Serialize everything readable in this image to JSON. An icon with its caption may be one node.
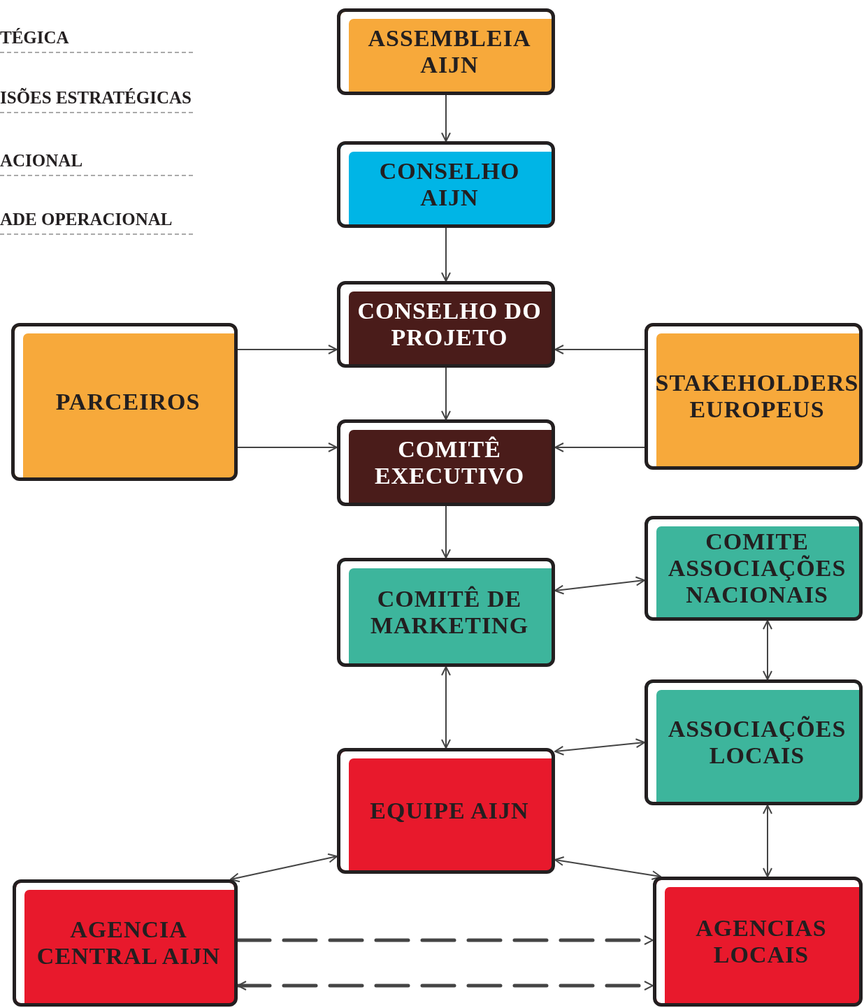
{
  "diagram": {
    "nodes": [
      {
        "text": [
          "ASSEMBLEIA AIJN"
        ]
      },
      {
        "text": [
          "CONSELHO AIJN"
        ]
      },
      {
        "text": [
          "CONSELHO DO PROJETO"
        ]
      },
      {
        "text": [
          "PARCEIROS"
        ]
      },
      {
        "text": [
          "STAKEHOLDERS EUROPEUS"
        ]
      },
      {
        "text": [
          "COMITÊ EXECUTIVO"
        ]
      },
      {
        "text": [
          "COMITÊ DE MARKETING"
        ]
      },
      {
        "text": [
          "COMITE ASSOCIAÇÕES NACIONAIS"
        ]
      },
      {
        "text": [
          "ASSOCIAÇÕES LOCAIS"
        ]
      },
      {
        "text": [
          "EQUIPE AIJN"
        ]
      },
      {
        "text": [
          "AGENCIA CENTRAL AIJN"
        ]
      },
      {
        "text": [
          "AGENCIAS LOCAIS"
        ]
      }
    ],
    "edges": [
      {
        "from": 0,
        "to": 1,
        "arrow": "to"
      },
      {
        "from": 1,
        "to": 2,
        "arrow": "to"
      },
      {
        "from": 3,
        "to": 2,
        "arrow": "to"
      },
      {
        "from": 4,
        "to": 2,
        "arrow": "to"
      },
      {
        "from": 2,
        "to": 5,
        "arrow": "to"
      },
      {
        "from": 3,
        "to": 5,
        "arrow": "to"
      },
      {
        "from": 4,
        "to": 5,
        "arrow": "to"
      },
      {
        "from": 5,
        "to": 6,
        "arrow": "to"
      },
      {
        "from": 6,
        "to": 7,
        "arrow": "both"
      },
      {
        "from": 7,
        "to": 8,
        "arrow": "both"
      },
      {
        "from": 6,
        "to": 9,
        "arrow": "both"
      },
      {
        "from": 8,
        "to": 9,
        "arrow": "both"
      },
      {
        "from": 9,
        "to": 10,
        "arrow": "both"
      },
      {
        "from": 9,
        "to": 11,
        "arrow": "both"
      },
      {
        "from": 8,
        "to": 11,
        "arrow": "both"
      },
      {
        "from": 10,
        "to": 11,
        "arrow": "to",
        "style": "dashed"
      },
      {
        "from": 10,
        "to": 11,
        "arrow": "both",
        "style": "dashed"
      }
    ],
    "labels": [
      "TÉGICA",
      "ISÕES ESTRATÉGICAS",
      "ACIONAL",
      "ADE OPERACIONAL"
    ]
  }
}
